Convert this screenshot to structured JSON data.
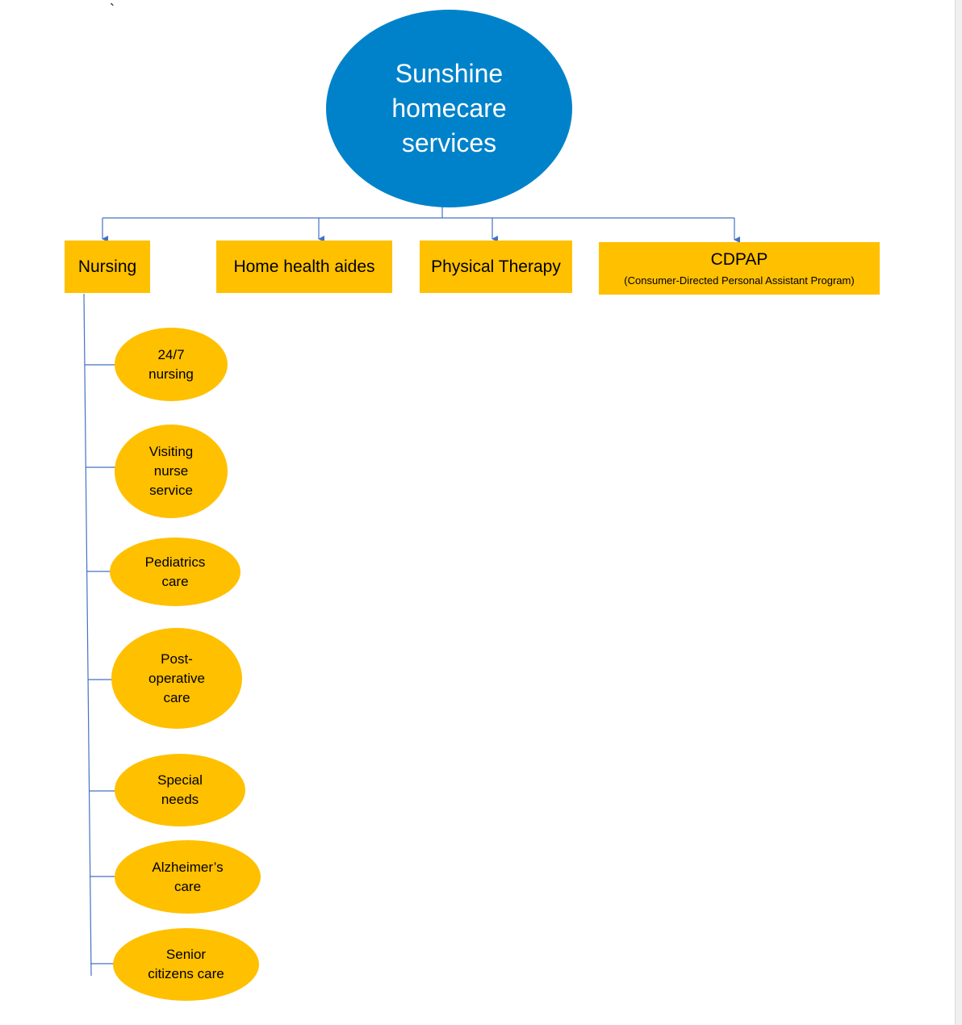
{
  "stray_mark": "`",
  "root": {
    "label": "Sunshine homecare services"
  },
  "categories": [
    {
      "label": "Nursing"
    },
    {
      "label": "Home health aides"
    },
    {
      "label": "Physical Therapy"
    },
    {
      "label": "CDPAP",
      "sublabel": "(Consumer-Directed Personal Assistant Program)"
    }
  ],
  "nursing_services": [
    {
      "label": "24/7 nursing"
    },
    {
      "label": "Visiting nurse service"
    },
    {
      "label": "Pediatrics care"
    },
    {
      "label": "Post-operative care"
    },
    {
      "label": "Special needs"
    },
    {
      "label": "Alzheimer’s care"
    },
    {
      "label": "Senior citizens care"
    }
  ],
  "colors": {
    "root_fill": "#0082ca",
    "node_fill": "#ffc000",
    "connector": "#4472c4"
  }
}
